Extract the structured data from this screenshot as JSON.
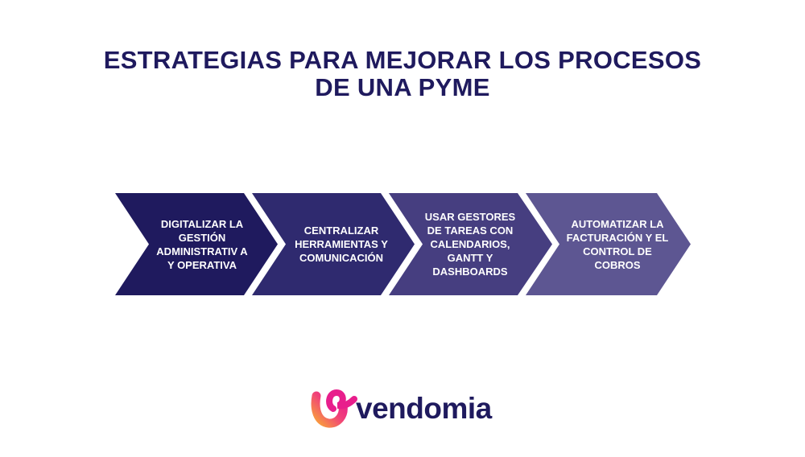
{
  "title": {
    "line1": "ESTRATEGIAS PARA MEJORAR LOS PROCESOS",
    "line2": "DE UNA PYME"
  },
  "steps": [
    {
      "label": "DIGITALIZAR LA GESTIÓN ADMINISTRATIV A Y OPERATIVA",
      "color": "#1f1a5e"
    },
    {
      "label": "CENTRALIZAR HERRAMIENTAS Y COMUNICACIÓN",
      "color": "#2f2a6f"
    },
    {
      "label": "USAR GESTORES DE TAREAS CON CALENDARIOS, GANTT Y DASHBOARDS",
      "color": "#463e80"
    },
    {
      "label": "AUTOMATIZAR LA FACTURACIÓN Y EL CONTROL DE COBROS",
      "color": "#5d5692"
    }
  ],
  "logo": {
    "word": "vendomia",
    "icon": "vendomia-logo-icon",
    "gradient": [
      "#f9a23a",
      "#f0407a",
      "#e81e8c"
    ]
  }
}
